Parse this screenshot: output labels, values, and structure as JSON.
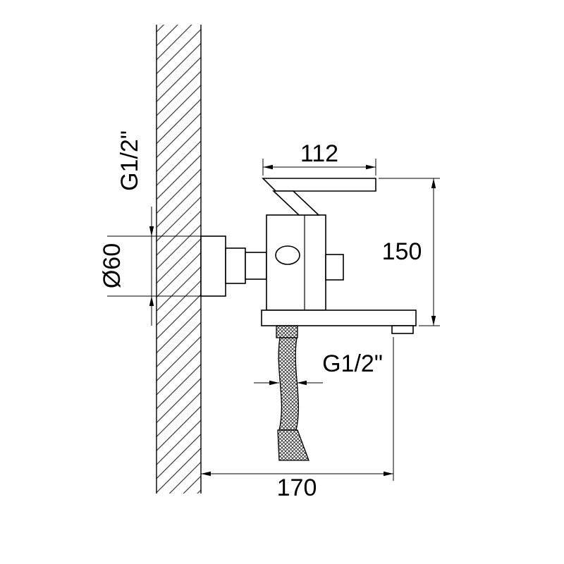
{
  "drawing": {
    "type": "technical-dimension-drawing",
    "subject": "wall-mounted bath mixer tap with shower hose, side view",
    "dims": {
      "top_width": "112",
      "height": "150",
      "flange_diameter": "Ø60",
      "wall_thread": "G1/2\"",
      "hose_thread": "G1/2\"",
      "reach": "170"
    },
    "line_color": "#000000",
    "background": "#ffffff"
  }
}
